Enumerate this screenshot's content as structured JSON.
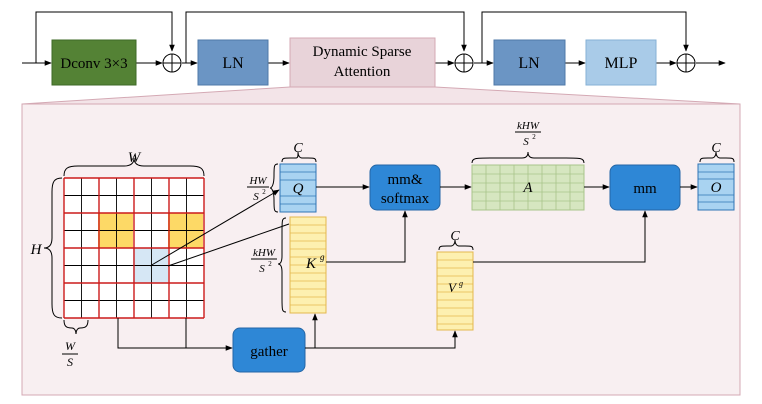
{
  "pipeline": {
    "dconv": "Dconv 3×3",
    "ln1": "LN",
    "dsa": "Dynamic Sparse",
    "dsa2": "Attention",
    "ln2": "LN",
    "mlp": "MLP"
  },
  "detail": {
    "grid_width_label": "W",
    "grid_height_label": "H",
    "patch_label_num": "W",
    "patch_label_den": "S",
    "q_label": "Q",
    "q_channel_label": "C",
    "q_rows_num": "HW",
    "q_rows_den": "S",
    "q_rows_den_exp": "2",
    "k_label": "K",
    "k_sup": "g",
    "k_rows_num": "kHW",
    "k_rows_den": "S",
    "k_rows_den_exp": "2",
    "v_label": "V",
    "v_sup": "g",
    "v_channel_label": "C",
    "a_label": "A",
    "a_cols_num": "kHW",
    "a_cols_den": "S",
    "a_cols_den_exp": "2",
    "mm_softmax_1": "mm&",
    "mm_softmax_2": "softmax",
    "mm": "mm",
    "o_label": "O",
    "o_channel_label": "C",
    "gather": "gather"
  },
  "colors": {
    "dconv": "#548235",
    "ln": "#6b95c4",
    "dsa": "#e8d3d9",
    "mlp": "#a9cbe8",
    "panel_bg": "#f8eff1",
    "panel_border": "#d4a9b4",
    "op_blue": "#2e87d6",
    "token_blue": "#a9d3f1",
    "k_v_yellow": "#fdf0b0",
    "a_green": "#d6e6c0",
    "grid_red": "#cc1b1b",
    "selected_yellow": "#fdd966",
    "query_blue": "#d6e7f5"
  }
}
